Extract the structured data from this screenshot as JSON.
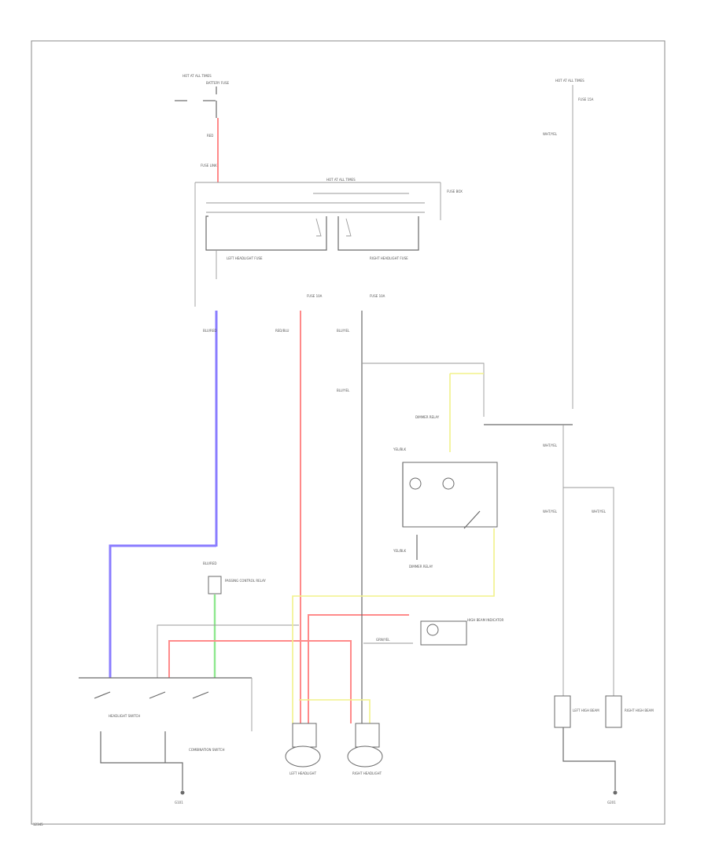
{
  "colors": {
    "blue_wire": "#8a7cff",
    "red_wire": "#ff8a8a",
    "yellow_wire": "#f2f28a",
    "green_wire": "#8ee88e",
    "black_wire": "#6a6a6a"
  },
  "labels": {
    "hot_at_all_times_top": "HOT AT ALL TIMES",
    "hot_at_all_times_right": "HOT AT ALL TIMES",
    "hot_at_all_times_bus": "HOT AT ALL TIMES",
    "battery_fuse": "BATTERY FUSE",
    "red_wire_top": "RED",
    "fuse_link": "FUSE LINK",
    "fuse_box": "FUSE BOX",
    "left_headlight_fuse": "LEFT HEADLIGHT FUSE",
    "right_headlight_fuse": "RIGHT HEADLIGHT FUSE",
    "fuse_10a_left": "FUSE 10A",
    "fuse_10a_right": "FUSE 10A",
    "fuse_15a": "FUSE 15A",
    "blu_red": "BLU/RED",
    "red_blu": "RED/BLU",
    "blu_yel": "BLU/YEL",
    "wht_yel": "WHT/YEL",
    "passing_control_relay": "PASSING CONTROL RELAY",
    "dimmer_relay": "DIMMER RELAY",
    "yel_blk_left": "YEL/BLK",
    "yel_blk_right": "YEL/BLK",
    "blu_yel_lower": "BLU/YEL",
    "grn_yel": "GRN/YEL",
    "headlight_switch": "HEADLIGHT SWITCH",
    "combination_switch": "COMBINATION SWITCH",
    "left_headlight": "LEFT HEADLIGHT",
    "right_headlight": "RIGHT HEADLIGHT",
    "high_beam_indicator": "HIGH BEAM INDICATOR",
    "left_high_beam": "LEFT HIGH BEAM",
    "right_high_beam": "RIGHT HIGH BEAM",
    "ground_left": "G101",
    "ground_right": "G201",
    "figure_id": "12345"
  }
}
